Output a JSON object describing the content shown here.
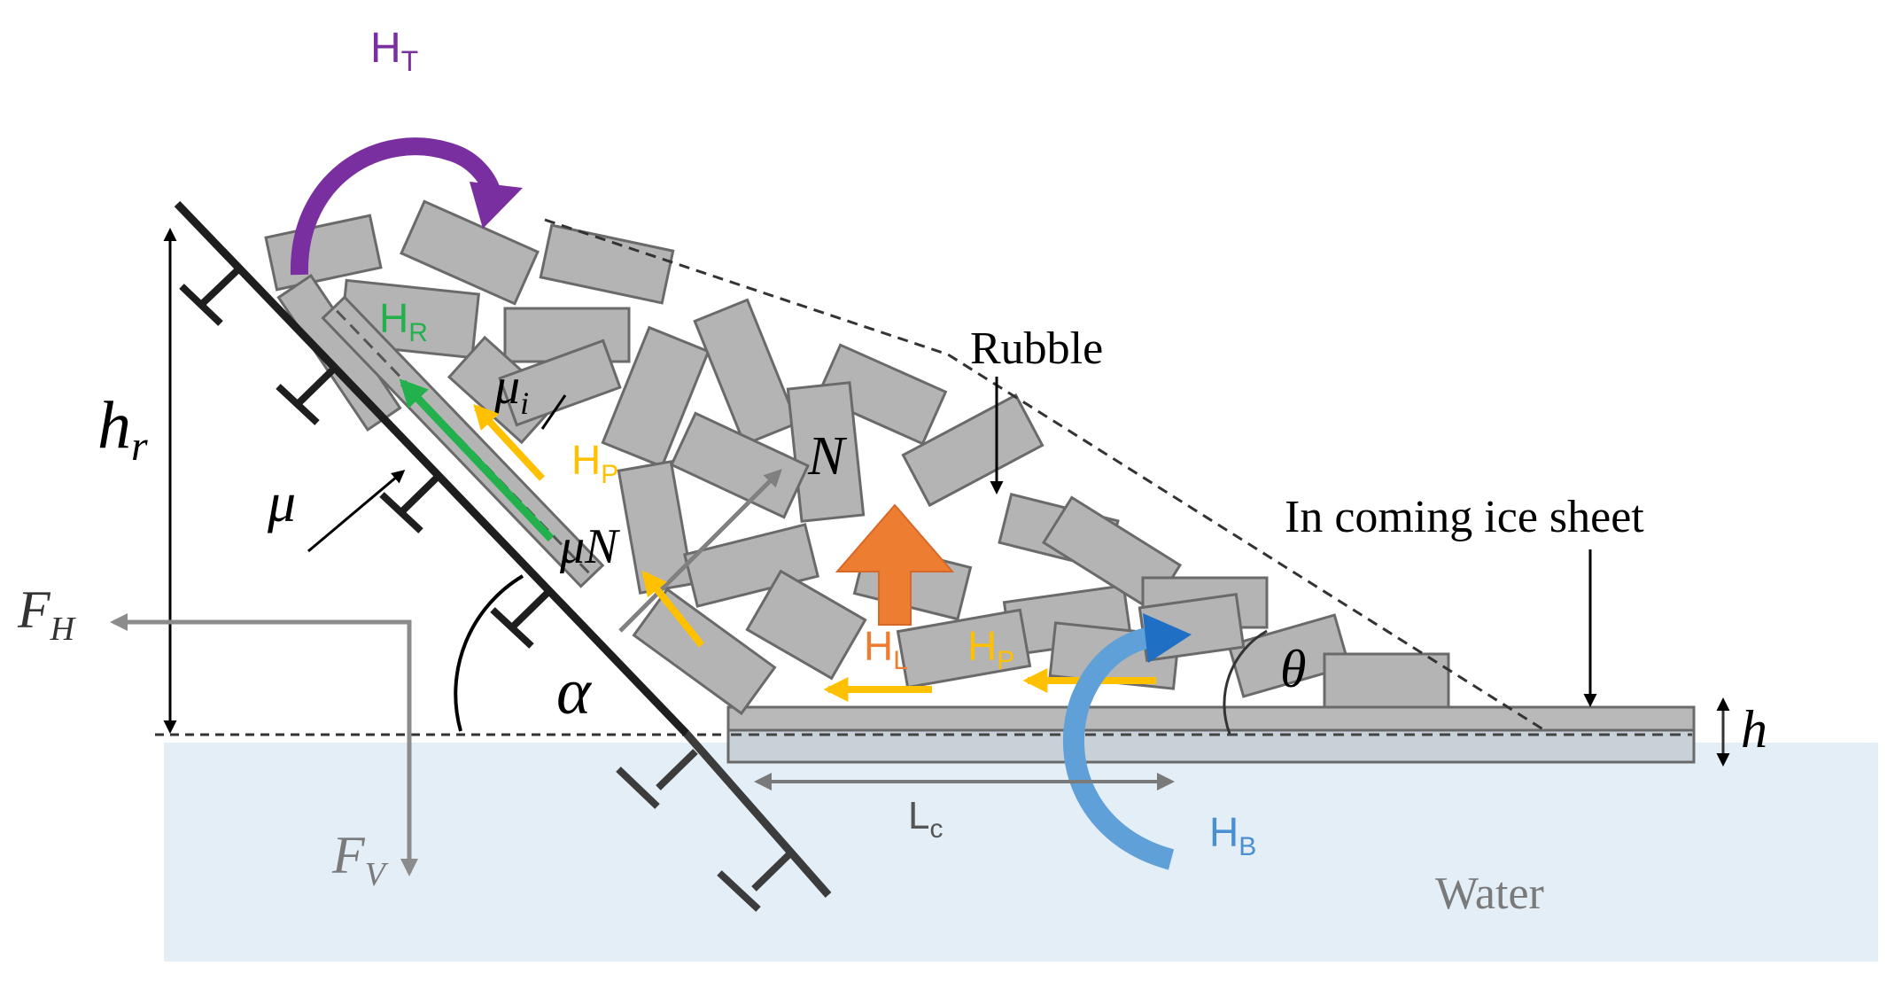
{
  "colors": {
    "water": "#e3eef7",
    "block_fill": "#b4b4b4",
    "block_stroke": "#6a6a6a",
    "structure": "#1e1e1e",
    "structure_submerged": "#3c3c3c",
    "force_grey": "#8c8c8c",
    "arrow_grey": "#7a7a7a",
    "h_t": "#7a2fa0",
    "h_r": "#22b14c",
    "h_p": "#ffc000",
    "h_l": "#ed7d31",
    "h_b": "#1f6fc5"
  },
  "labels": {
    "h_t_base": "H",
    "h_t_sub": "T",
    "h_r_base": "H",
    "h_r_sub": "R",
    "h_p1_base": "H",
    "h_p1_sub": "P",
    "h_p2_base": "H",
    "h_p2_sub": "P",
    "h_l_base": "H",
    "h_l_sub": "L",
    "h_b_base": "H",
    "h_b_sub": "B",
    "l_c_base": "L",
    "l_c_sub": "c",
    "h_r_dim_base": "h",
    "h_r_dim_sub": "r",
    "mu": "μ",
    "mu_i_base": "μ",
    "mu_i_sub": "i",
    "mu_n": "μN",
    "n": "N",
    "alpha": "α",
    "theta": "θ",
    "h": "h",
    "f_h_base": "F",
    "f_h_sub": "H",
    "f_v_base": "F",
    "f_v_sub": "V",
    "rubble": "Rubble",
    "ice_sheet": "In coming ice sheet",
    "water": "Water"
  },
  "icons": {
    "h_t_arrow": "curved-arrow-clockwise",
    "h_b_arrow": "curved-arrow-up",
    "h_l_arrow": "block-arrow-up"
  }
}
